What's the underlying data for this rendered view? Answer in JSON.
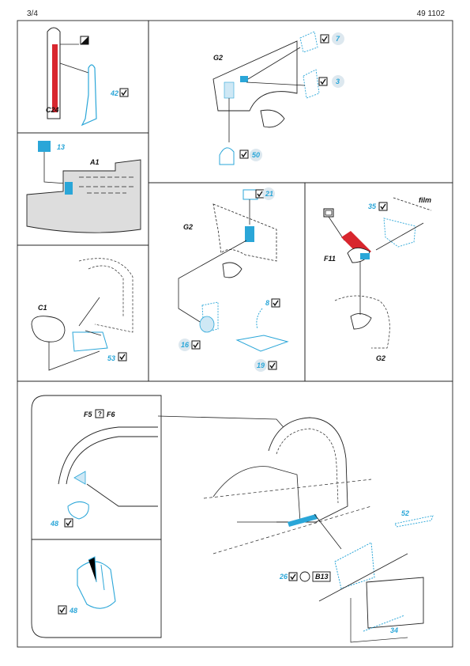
{
  "header": {
    "page": "3/4",
    "code": "49 1102"
  },
  "colors": {
    "accent": "#2aa6d8",
    "pe_red": "#d8262e",
    "line": "#222222",
    "circle": "#dde8ef"
  },
  "panels": {
    "p1": {
      "part": "C24",
      "num": "42"
    },
    "p2": {
      "num": "13",
      "part": "A1"
    },
    "p3": {
      "part": "C1",
      "num": "53"
    },
    "p4": {
      "part": "G2",
      "n7": "7",
      "n3": "3",
      "n50": "50"
    },
    "p5": {
      "n21": "21",
      "part": "G2",
      "n8": "8",
      "n16": "16",
      "n19": "19"
    },
    "p6": {
      "film": "film",
      "n35": "35",
      "part": "F11",
      "part2": "G2"
    },
    "p7": {
      "f5": "F5",
      "q": "?",
      "f6": "F6",
      "n48a": "48",
      "n48b": "48",
      "n52": "52",
      "n26": "26",
      "b13": "B13",
      "n34": "34"
    }
  }
}
